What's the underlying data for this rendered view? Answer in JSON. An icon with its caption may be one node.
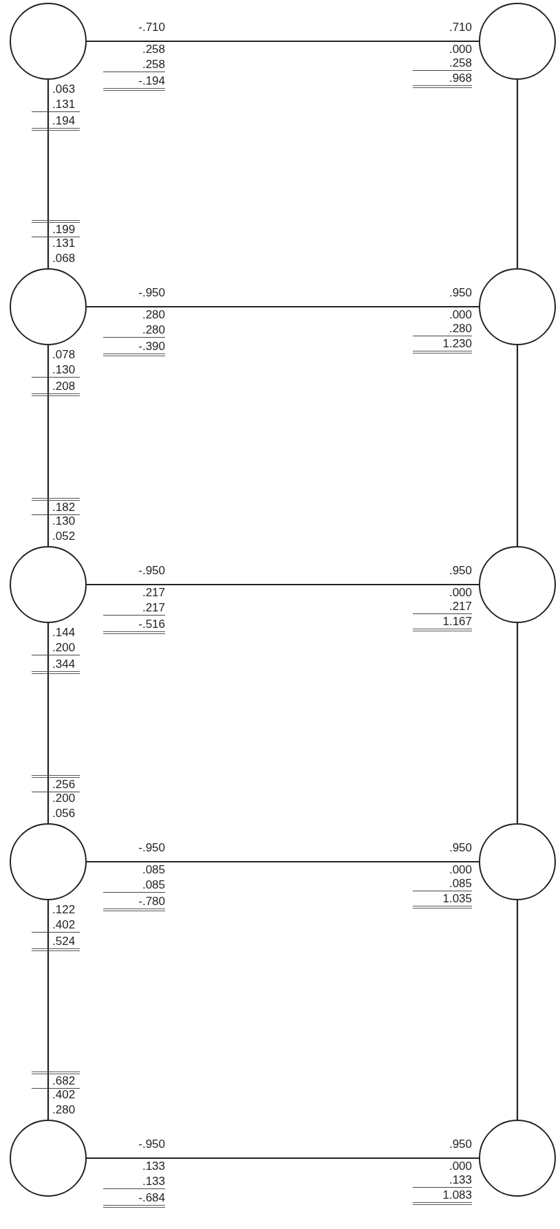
{
  "diagram": {
    "nodes": [
      {
        "text": [],
        "shape": "circle"
      },
      {
        "text": [],
        "shape": "circle"
      },
      {
        "text": [],
        "shape": "circle"
      },
      {
        "text": [],
        "shape": "circle"
      },
      {
        "text": [],
        "shape": "circle"
      },
      {
        "text": [],
        "shape": "circle"
      },
      {
        "text": [],
        "shape": "circle"
      },
      {
        "text": [],
        "shape": "circle"
      },
      {
        "text": [],
        "shape": "circle"
      },
      {
        "text": [],
        "shape": "circle"
      }
    ],
    "edges": [
      {
        "from": 0,
        "to": 1,
        "arrow": "none"
      },
      {
        "from": 2,
        "to": 3,
        "arrow": "none"
      },
      {
        "from": 4,
        "to": 5,
        "arrow": "none"
      },
      {
        "from": 6,
        "to": 7,
        "arrow": "none"
      },
      {
        "from": 8,
        "to": 9,
        "arrow": "none"
      },
      {
        "from": 0,
        "to": 2,
        "arrow": "none"
      },
      {
        "from": 2,
        "to": 4,
        "arrow": "none"
      },
      {
        "from": 4,
        "to": 6,
        "arrow": "none"
      },
      {
        "from": 6,
        "to": 8,
        "arrow": "none"
      },
      {
        "from": 1,
        "to": 3,
        "arrow": "none"
      },
      {
        "from": 3,
        "to": 5,
        "arrow": "none"
      },
      {
        "from": 5,
        "to": 7,
        "arrow": "none"
      },
      {
        "from": 7,
        "to": 9,
        "arrow": "none"
      }
    ],
    "labels": [
      "-.710",
      ".258",
      ".258",
      "-.194",
      ".710",
      ".000",
      ".258",
      ".968",
      ".063",
      ".131",
      ".194",
      ".199",
      ".131",
      ".068",
      "-.950",
      ".280",
      ".280",
      "-.390",
      ".950",
      ".000",
      ".280",
      "1.230",
      ".078",
      ".130",
      ".208",
      ".182",
      ".130",
      ".052",
      "-.950",
      ".217",
      ".217",
      "-.516",
      ".950",
      ".000",
      ".217",
      "1.167",
      ".144",
      ".200",
      ".344",
      ".256",
      ".200",
      ".056",
      "-.950",
      ".085",
      ".085",
      "-.780",
      ".950",
      ".000",
      ".085",
      "1.035",
      ".122",
      ".402",
      ".524",
      ".682",
      ".402",
      ".280",
      "-.950",
      ".133",
      ".133",
      "-.684",
      ".950",
      ".000",
      ".133",
      "1.083"
    ]
  }
}
